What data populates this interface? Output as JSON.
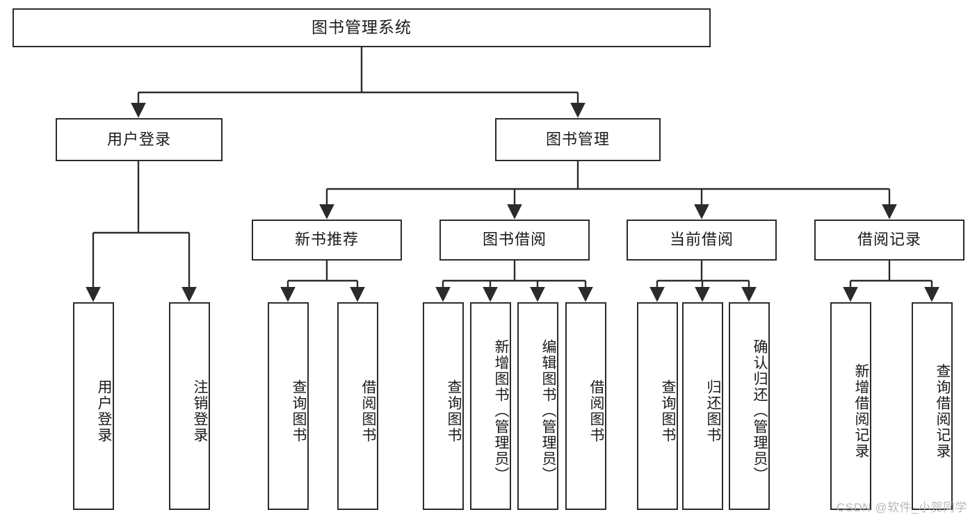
{
  "diagram": {
    "title": "图书管理系统",
    "type": "hierarchy-tree",
    "levels": 4,
    "root": {
      "id": "root",
      "label": "图书管理系统"
    },
    "level2": [
      {
        "id": "user-login",
        "label": "用户登录"
      },
      {
        "id": "book-management",
        "label": "图书管理"
      }
    ],
    "level3": [
      {
        "id": "new-book-recommend",
        "label": "新书推荐",
        "parent": "book-management"
      },
      {
        "id": "book-borrow",
        "label": "图书借阅",
        "parent": "book-management"
      },
      {
        "id": "current-borrow",
        "label": "当前借阅",
        "parent": "book-management"
      },
      {
        "id": "borrow-record",
        "label": "借阅记录",
        "parent": "book-management"
      }
    ],
    "leaves": {
      "user_login": [
        {
          "id": "leaf-user-login",
          "label": "用户登录"
        },
        {
          "id": "leaf-logout",
          "label": "注销登录"
        }
      ],
      "new_book_recommend": [
        {
          "id": "leaf-query-book-1",
          "label": "查询图书"
        },
        {
          "id": "leaf-borrow-book-1",
          "label": "借阅图书"
        }
      ],
      "book_borrow": [
        {
          "id": "leaf-query-book-2",
          "label": "查询图书"
        },
        {
          "id": "leaf-add-book",
          "label": "新增图书（管理员）"
        },
        {
          "id": "leaf-edit-book",
          "label": "编辑图书（管理员）"
        },
        {
          "id": "leaf-borrow-book-2",
          "label": "借阅图书"
        }
      ],
      "current_borrow": [
        {
          "id": "leaf-query-book-3",
          "label": "查询图书"
        },
        {
          "id": "leaf-return-book",
          "label": "归还图书"
        },
        {
          "id": "leaf-confirm-return",
          "label": "确认归还（管理员）"
        }
      ],
      "borrow_record": [
        {
          "id": "leaf-add-record",
          "label": "新增借阅记录"
        },
        {
          "id": "leaf-query-record",
          "label": "查询借阅记录"
        }
      ]
    }
  },
  "watermark": {
    "text": "CSDN @软件_小贺同学"
  },
  "colors": {
    "stroke": "#2b2b2b",
    "text": "#1a1a1a",
    "background": "#ffffff",
    "watermark": "#b9b9b9"
  }
}
